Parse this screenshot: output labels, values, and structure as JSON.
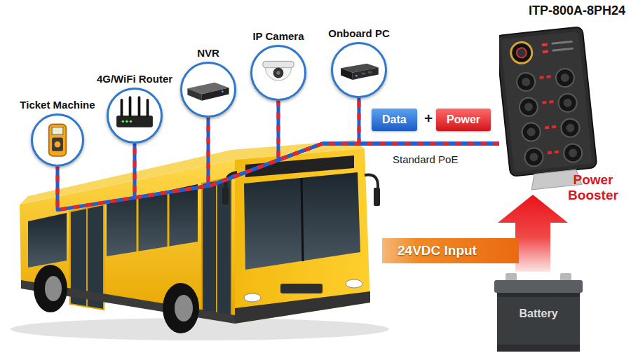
{
  "diagram": {
    "nodes": [
      {
        "text": [
          "Ticket Machine"
        ]
      },
      {
        "text": [
          "4G/WiFi Router"
        ]
      },
      {
        "text": [
          "NVR"
        ]
      },
      {
        "text": [
          "IP Camera"
        ]
      },
      {
        "text": [
          "Onboard PC"
        ]
      },
      {
        "text": [
          "ITP-800A-8PH24"
        ]
      },
      {
        "text": [
          "Data"
        ]
      },
      {
        "text": [
          "Power"
        ]
      },
      {
        "text": [
          "Battery"
        ]
      },
      {
        "text": [
          "24VDC Input"
        ]
      }
    ],
    "edges": [
      {
        "from": 5,
        "to": 0,
        "arrow": "none"
      },
      {
        "from": 5,
        "to": 1,
        "arrow": "none"
      },
      {
        "from": 5,
        "to": 2,
        "arrow": "none"
      },
      {
        "from": 5,
        "to": 3,
        "arrow": "none"
      },
      {
        "from": 5,
        "to": 4,
        "arrow": "none"
      },
      {
        "from": 8,
        "to": 5,
        "arrow": "to"
      }
    ],
    "labels": [
      "+",
      "Standard PoE",
      "Power Booster"
    ]
  }
}
